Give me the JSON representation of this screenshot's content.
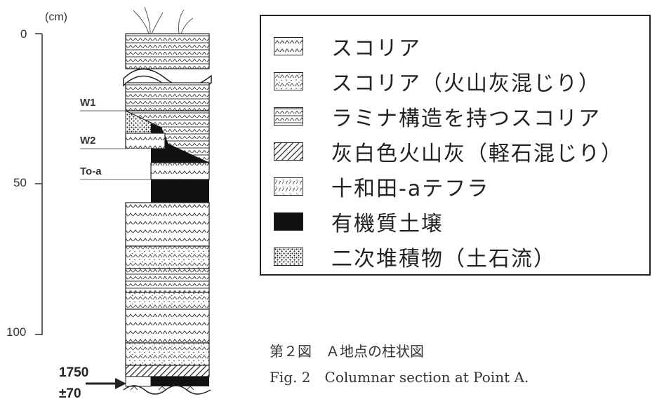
{
  "axis": {
    "unit": "(cm)",
    "ticks": [
      "0",
      "50",
      "100"
    ]
  },
  "markers": {
    "w1": "W1",
    "w2": "W2",
    "toa": "To-a"
  },
  "age": {
    "value": "1750",
    "error": "±70"
  },
  "legend": {
    "items": [
      {
        "label": "スコリア",
        "pattern": "scoria"
      },
      {
        "label": "スコリア（火山灰混じり）",
        "pattern": "scoria-ash"
      },
      {
        "label": "ラミナ構造を持つスコリア",
        "pattern": "lamina"
      },
      {
        "label": "灰白色火山灰（軽石混じり）",
        "pattern": "hatch"
      },
      {
        "label": "十和田-aテフラ",
        "pattern": "towada"
      },
      {
        "label": "有機質土壌",
        "pattern": "organic"
      },
      {
        "label": "二次堆積物（土石流）",
        "pattern": "dots"
      }
    ]
  },
  "caption": {
    "ja": "第２図　Ａ地点の柱状図",
    "en": "Fig. 2　Columnar section at Point A."
  }
}
